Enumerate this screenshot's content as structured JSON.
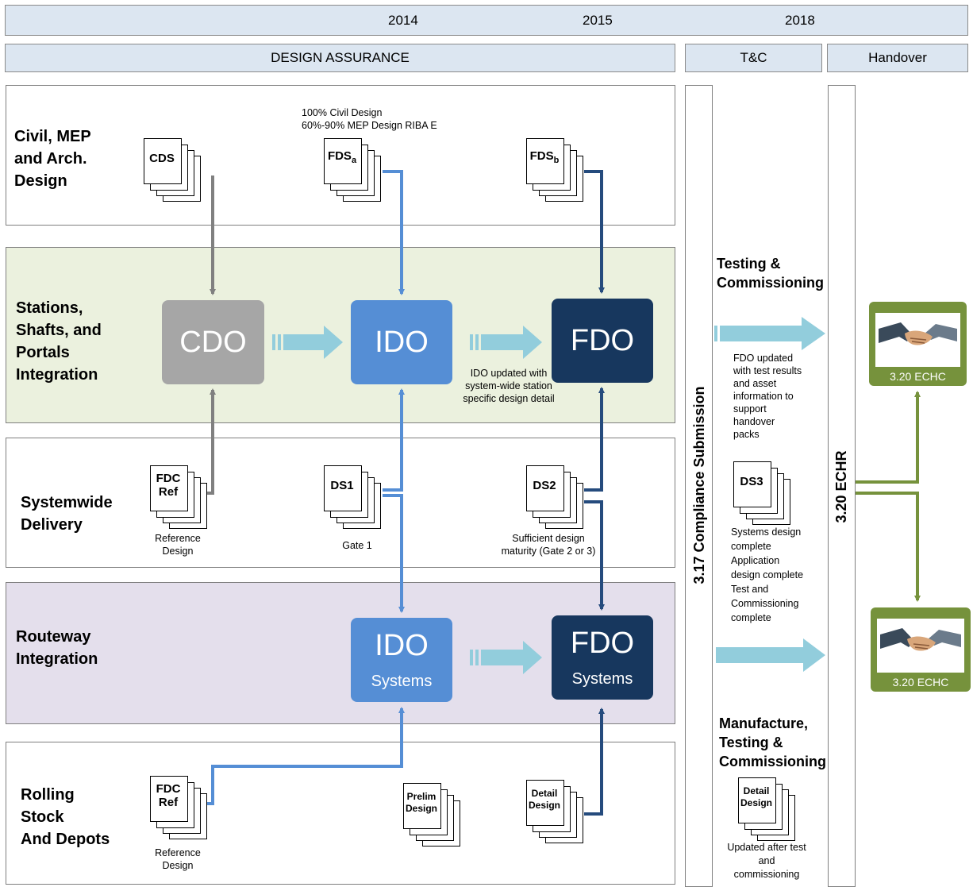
{
  "timeline": {
    "years": [
      "2014",
      "2015",
      "2018"
    ]
  },
  "phases": {
    "design_assurance": "DESIGN ASSURANCE",
    "tc": "T&C",
    "handover": "Handover"
  },
  "lanes": {
    "civil": [
      "Civil, MEP",
      "and Arch.",
      "Design"
    ],
    "stations": [
      "Stations,",
      "Shafts, and",
      "Portals",
      "Integration"
    ],
    "systemwide": [
      "Systemwide",
      "Delivery"
    ],
    "routeway": [
      "Routeway",
      "Integration"
    ],
    "rolling": [
      "Rolling",
      "Stock",
      "And Depots"
    ]
  },
  "docs": {
    "cds": "CDS",
    "fds_a": {
      "main": "FDS",
      "sub": "a"
    },
    "fds_b": {
      "main": "FDS",
      "sub": "b"
    },
    "fdc_ref_1": [
      "FDC",
      "Ref"
    ],
    "ds1": "DS1",
    "ds2": "DS2",
    "ds3": "DS3",
    "fdc_ref_2": [
      "FDC",
      "Ref"
    ],
    "prelim": [
      "Prelim",
      "Design"
    ],
    "detail_1": [
      "Detail",
      "Design"
    ],
    "detail_2": [
      "Detail",
      "Design"
    ]
  },
  "outputs": {
    "cdo": "CDO",
    "ido": "IDO",
    "fdo": "FDO",
    "ido_sys": {
      "main": "IDO",
      "sub": "Systems"
    },
    "fdo_sys": {
      "main": "FDO",
      "sub": "Systems"
    }
  },
  "notes": {
    "civil_design": [
      "100% Civil Design",
      "60%-90% MEP Design RIBA E"
    ],
    "ido_updated": [
      "IDO updated with",
      "system-wide station",
      "specific design detail"
    ],
    "reference_1": [
      "Reference",
      "Design"
    ],
    "gate1": "Gate 1",
    "sufficient": [
      "Sufficient design",
      "maturity (Gate 2 or 3)"
    ],
    "fdo_updated": [
      "FDO updated",
      "with test results",
      "and asset",
      "information to",
      "support",
      "handover",
      "packs"
    ],
    "systems_design": [
      "Systems design",
      "complete",
      "Application",
      "design complete",
      "Test and",
      "Commissioning",
      "complete"
    ],
    "reference_2": [
      "Reference",
      "Design"
    ],
    "updated_after": [
      "Updated after test",
      "and",
      "commissioning"
    ]
  },
  "testing": {
    "testing_commissioning": [
      "Testing &",
      "Commissioning"
    ],
    "manufacture": [
      "Manufacture,",
      "Testing &",
      "Commissioning"
    ]
  },
  "vertical": {
    "compliance": "3.17 Compliance Submission",
    "echr": "3.20 ECHR"
  },
  "handshake": {
    "top": "3.20  ECHC",
    "bottom": "3.20  ECHC"
  },
  "colors": {
    "header_fill": "#dce6f1",
    "stations_fill": "#ebf1de",
    "routeway_fill": "#e4dfec",
    "cdo": "#a6a6a6",
    "ido": "#558ed5",
    "fdo": "#17375e",
    "arrow_light": "#92cddc",
    "line_gray": "#808080",
    "line_mid": "#558ed5",
    "line_dark": "#254b7d",
    "green": "#76923c"
  }
}
